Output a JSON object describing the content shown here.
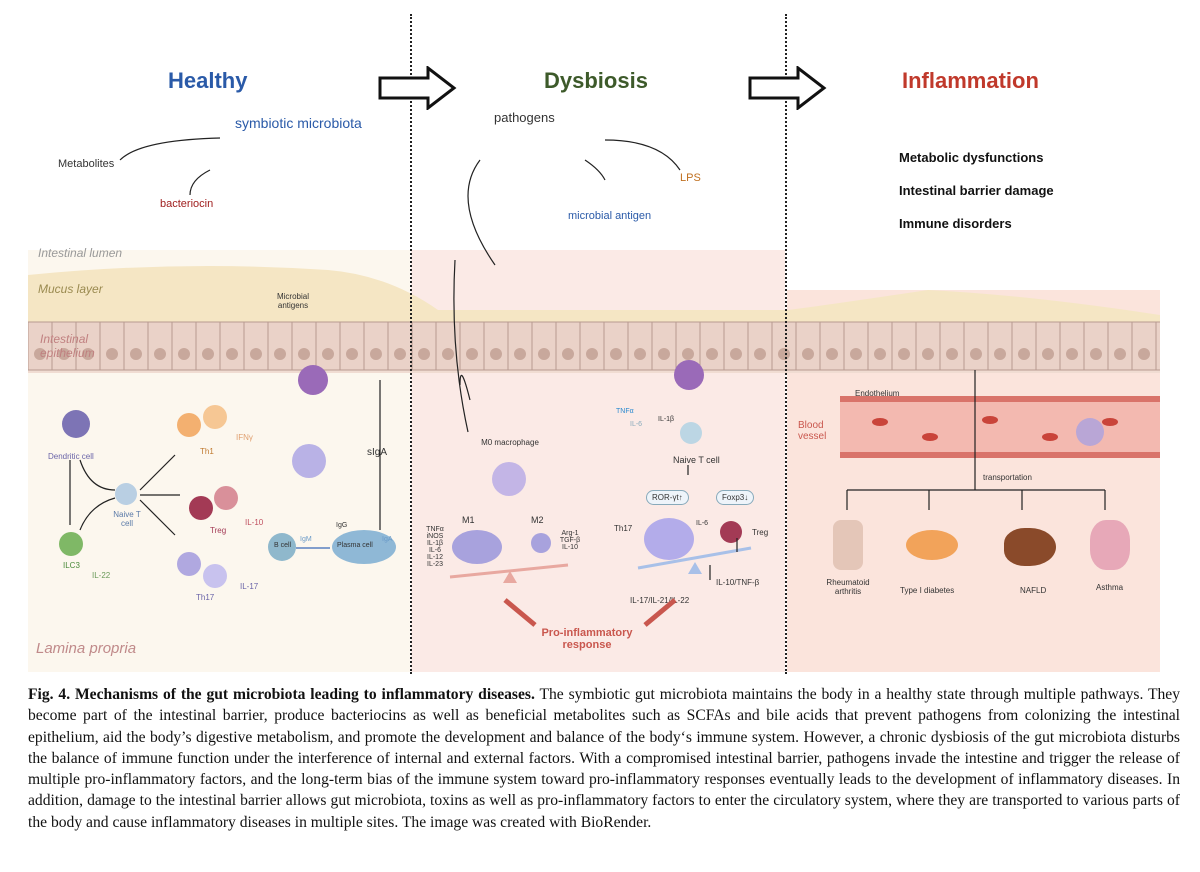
{
  "panels": {
    "healthy": {
      "title": "Healthy",
      "color": "#2a5aa8",
      "labels": {
        "symbiotic": "symbiotic microbiota",
        "metabolites": "Metabolites",
        "bacteriocin": "bacteriocin",
        "lumen": "Intestinal lumen",
        "mucus": "Mucus layer",
        "microbial_antigens": "Microbial antigens",
        "epithelium": "Intestinal epithelium",
        "dendritic": "Dendritic cell",
        "naive": "Naive T cell",
        "ilc3": "ILC3",
        "il22": "IL-22",
        "th1": "Th1",
        "ifng": "IFNγ",
        "treg": "Treg",
        "il10": "IL-10",
        "th17": "Th17",
        "il17": "IL-17",
        "bcell": "B cell",
        "igm": "IgM",
        "igg": "IgG",
        "plasma": "Plasma cell",
        "iga": "IgA",
        "siga": "sIgA",
        "lamina": "Lamina propria"
      }
    },
    "dysbiosis": {
      "title": "Dysbiosis",
      "color": "#3d5a2a",
      "labels": {
        "pathogens": "pathogens",
        "lps": "LPS",
        "antigen": "microbial antigen",
        "m0": "M0 macrophage",
        "m1": "M1",
        "m2": "M2",
        "m1_cytokines": "TNFα iNOS IL-1β IL-6 IL-12 IL-23",
        "m2_cytokines": "Arg-1 TGF-β IL-10",
        "tnfa": "TNFα",
        "il6a": "IL-6",
        "il1b": "IL-1β",
        "naive": "Naive T cell",
        "ror": "ROR-γt↑",
        "foxp3": "Foxp3↓",
        "th17": "Th17",
        "il6": "IL-6",
        "treg": "Treg",
        "il17": "IL-17/IL-21/IL-22",
        "il10": "IL-10/TNF-β",
        "response": "Pro-inflammatory response"
      }
    },
    "inflammation": {
      "title": "Inflammation",
      "color": "#c0392b",
      "items": [
        "Metabolic dysfunctions",
        "Intestinal barrier damage",
        "Immune disorders"
      ],
      "labels": {
        "endothelium": "Endothelium",
        "vessel": "Blood vessel",
        "transport": "transportation"
      },
      "diseases": [
        "Rheumatoid arthritis",
        "Type I diabetes",
        "NAFLD",
        "Asthma"
      ]
    }
  },
  "caption": {
    "label": "Fig. 4.",
    "title": "Mechanisms of the gut microbiota leading to inflammatory diseases.",
    "body": "The symbiotic gut microbiota maintains the body in a healthy state through multiple pathways. They become part of the intestinal barrier, produce bacteriocins as well as beneficial metabolites such as SCFAs and bile acids that prevent pathogens from colonizing the intestinal epithelium, aid the body’s digestive metabolism, and promote the development and balance of the body‘s immune system. However, a chronic dysbiosis of the gut microbiota disturbs the balance of immune function under the interference of internal and external factors. With a compromised intestinal barrier, pathogens invade the intestine and trigger the release of multiple pro-inflammatory factors, and the long-term bias of the immune system toward pro-inflammatory responses eventually leads to the development of inflammatory diseases. In addition, damage to the intestinal barrier allows gut microbiota, toxins as well as pro-inflammatory factors to enter the circulatory system, where they are transported to various parts of the body and cause inflammatory diseases in multiple sites. The image was created with BioRender."
  }
}
